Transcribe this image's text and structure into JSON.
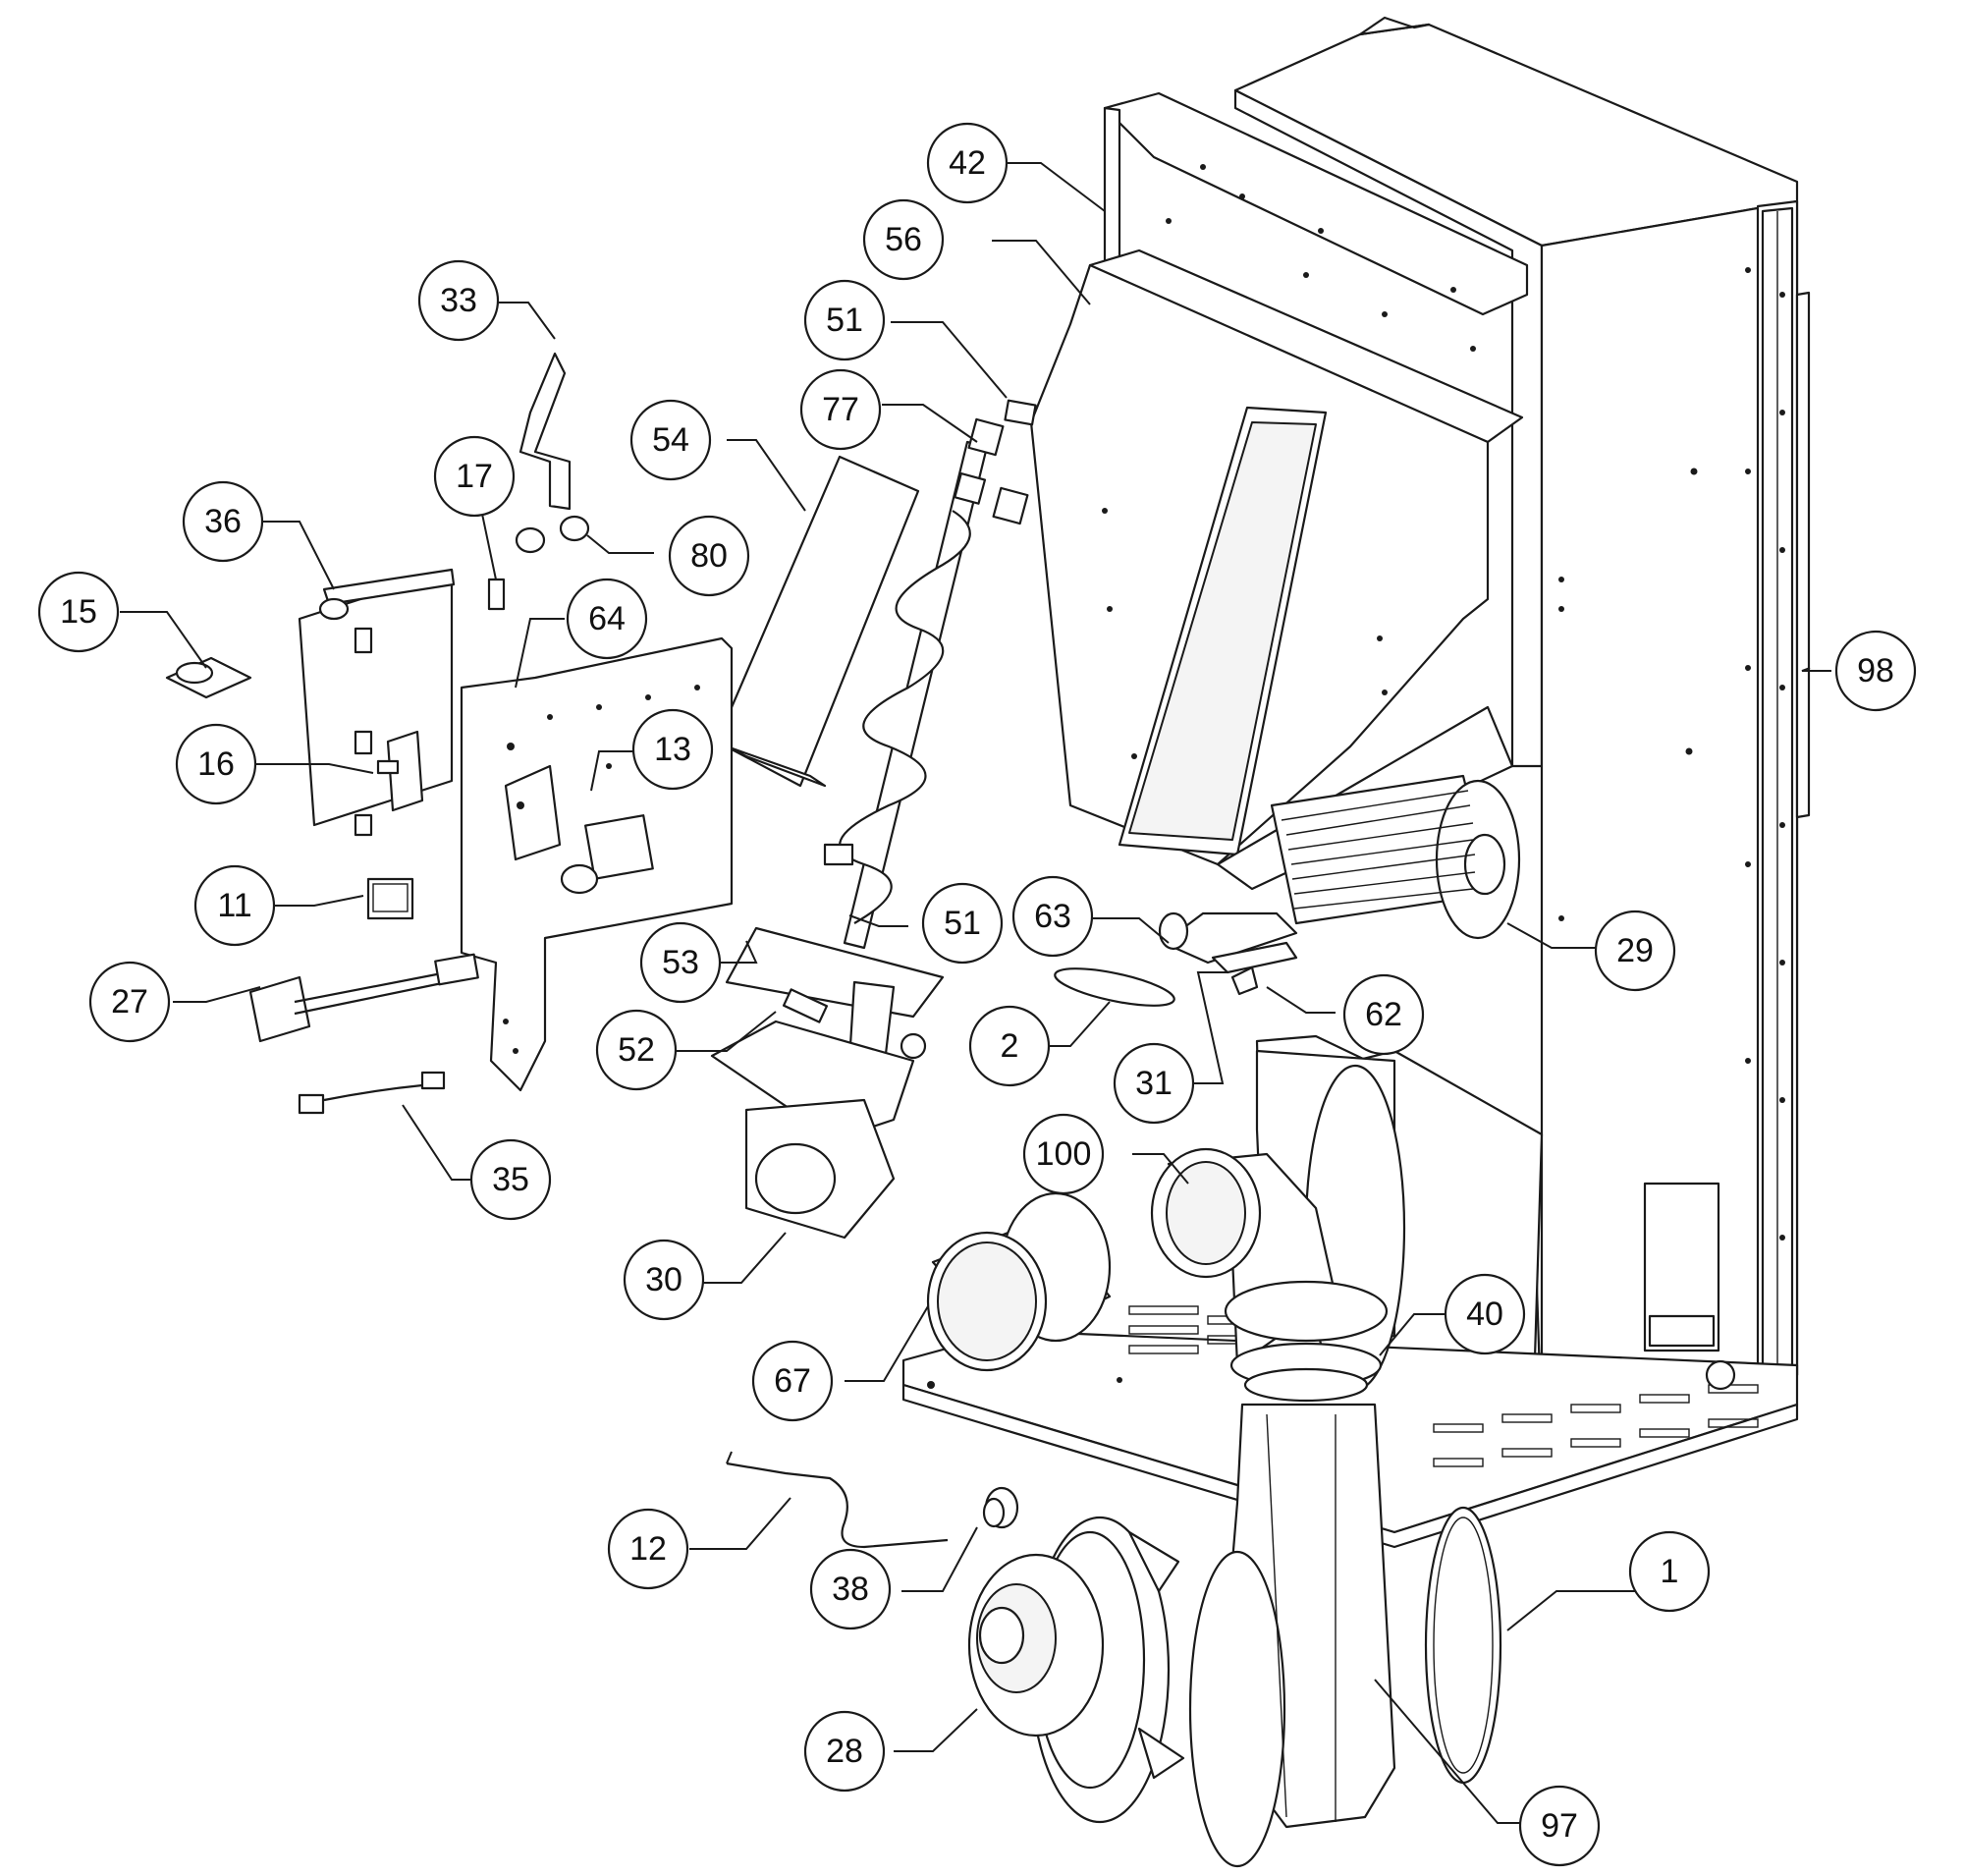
{
  "diagram": {
    "callouts": [
      {
        "id": "c1",
        "label": "1"
      },
      {
        "id": "c2",
        "label": "2"
      },
      {
        "id": "c11",
        "label": "11"
      },
      {
        "id": "c12",
        "label": "12"
      },
      {
        "id": "c13",
        "label": "13"
      },
      {
        "id": "c15",
        "label": "15"
      },
      {
        "id": "c16",
        "label": "16"
      },
      {
        "id": "c17",
        "label": "17"
      },
      {
        "id": "c27",
        "label": "27"
      },
      {
        "id": "c28",
        "label": "28"
      },
      {
        "id": "c29",
        "label": "29"
      },
      {
        "id": "c30",
        "label": "30"
      },
      {
        "id": "c31",
        "label": "31"
      },
      {
        "id": "c33",
        "label": "33"
      },
      {
        "id": "c35",
        "label": "35"
      },
      {
        "id": "c36",
        "label": "36"
      },
      {
        "id": "c38",
        "label": "38"
      },
      {
        "id": "c40",
        "label": "40"
      },
      {
        "id": "c42",
        "label": "42"
      },
      {
        "id": "c51a",
        "label": "51"
      },
      {
        "id": "c51b",
        "label": "51"
      },
      {
        "id": "c52",
        "label": "52"
      },
      {
        "id": "c53",
        "label": "53"
      },
      {
        "id": "c54",
        "label": "54"
      },
      {
        "id": "c56",
        "label": "56"
      },
      {
        "id": "c62",
        "label": "62"
      },
      {
        "id": "c63",
        "label": "63"
      },
      {
        "id": "c64",
        "label": "64"
      },
      {
        "id": "c67",
        "label": "67"
      },
      {
        "id": "c77",
        "label": "77"
      },
      {
        "id": "c80",
        "label": "80"
      },
      {
        "id": "c97",
        "label": "97"
      },
      {
        "id": "c98",
        "label": "98"
      },
      {
        "id": "c100",
        "label": "100"
      }
    ]
  }
}
